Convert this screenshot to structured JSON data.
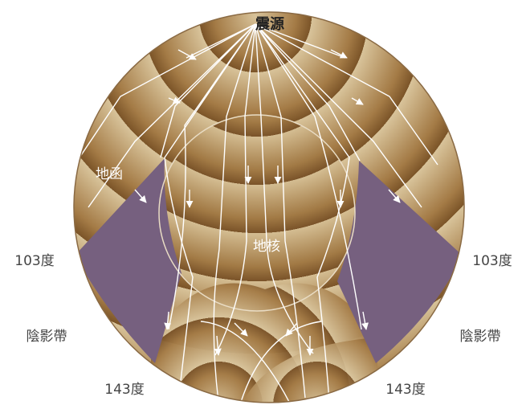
{
  "labels": {
    "source": "震源",
    "mantle": "地函",
    "core": "地核",
    "angle_103_left": "103度",
    "angle_103_right": "103度",
    "shadow_left": "陰影帶",
    "shadow_right": "陰影帶",
    "angle_143_left": "143度",
    "angle_143_right": "143度"
  },
  "colors": {
    "band_dark": "#7b5428",
    "band_light": "#d8c39a",
    "shadow_zone": "#76607f",
    "ray": "#ffffff",
    "outline": "#8a6a44"
  }
}
